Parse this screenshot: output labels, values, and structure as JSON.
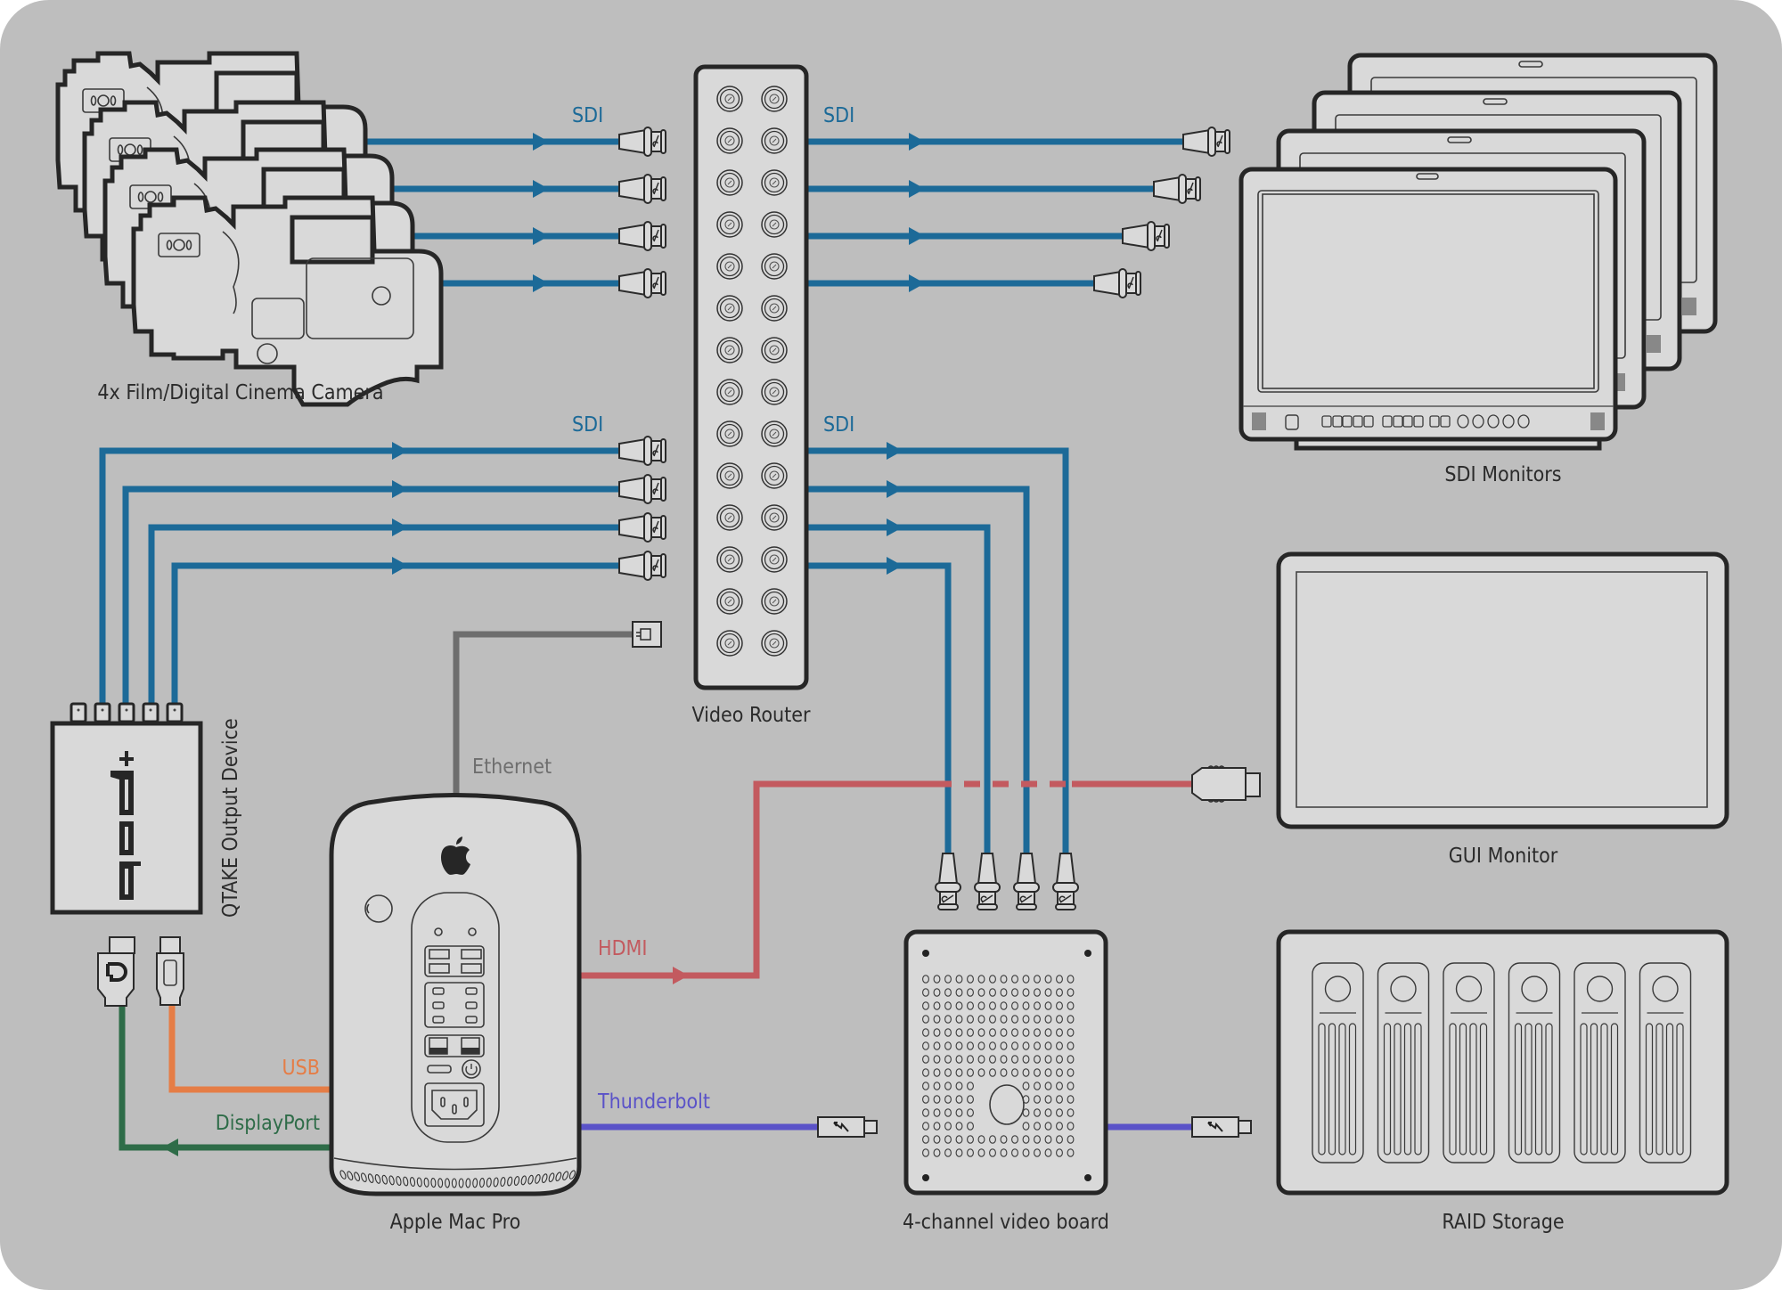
{
  "colors": {
    "background": "#bebebe",
    "device_fill": "#d9d9d9",
    "outline": "#262626",
    "sdi": "#1c6a98",
    "hdmi": "#c35a5f",
    "ethernet": "#6e6e6e",
    "usb": "#e57d46",
    "displayport": "#2e6c48",
    "thunderbolt": "#5a52c8"
  },
  "devices": {
    "cameras": {
      "label": "4x Film/Digital Cinema Camera",
      "count": 4
    },
    "router": {
      "label": "Video Router",
      "port_rows": 14,
      "port_cols": 2
    },
    "sdi_monitors": {
      "label": "SDI Monitors",
      "count": 4
    },
    "gui_monitor": {
      "label": "GUI Monitor"
    },
    "qtake_output": {
      "label": "QTAKE Output Device",
      "logo": "qod+",
      "bnc_ports": 5
    },
    "mac_pro": {
      "label": "Apple Mac Pro"
    },
    "video_board": {
      "label": "4-channel video board"
    },
    "raid": {
      "label": "RAID Storage",
      "drive_bays": 6
    }
  },
  "connections": {
    "cameras_to_router": {
      "label": "SDI",
      "type": "sdi",
      "count": 4
    },
    "router_to_monitors": {
      "label": "SDI",
      "type": "sdi",
      "count": 4
    },
    "qtake_to_router": {
      "label": "SDI",
      "type": "sdi",
      "count": 4
    },
    "router_to_board": {
      "label": "SDI",
      "type": "sdi",
      "count": 4
    },
    "ethernet": {
      "label": "Ethernet",
      "type": "ethernet"
    },
    "hdmi": {
      "label": "HDMI",
      "type": "hdmi"
    },
    "usb": {
      "label": "USB",
      "type": "usb"
    },
    "displayport": {
      "label": "DisplayPort",
      "type": "displayport"
    },
    "thunderbolt": {
      "label": "Thunderbolt",
      "type": "thunderbolt"
    }
  },
  "icons": {
    "apple_logo": "apple-logo-icon",
    "displayport_logo": "displayport-logo-icon",
    "thunderbolt_logo": "thunderbolt-icon"
  }
}
